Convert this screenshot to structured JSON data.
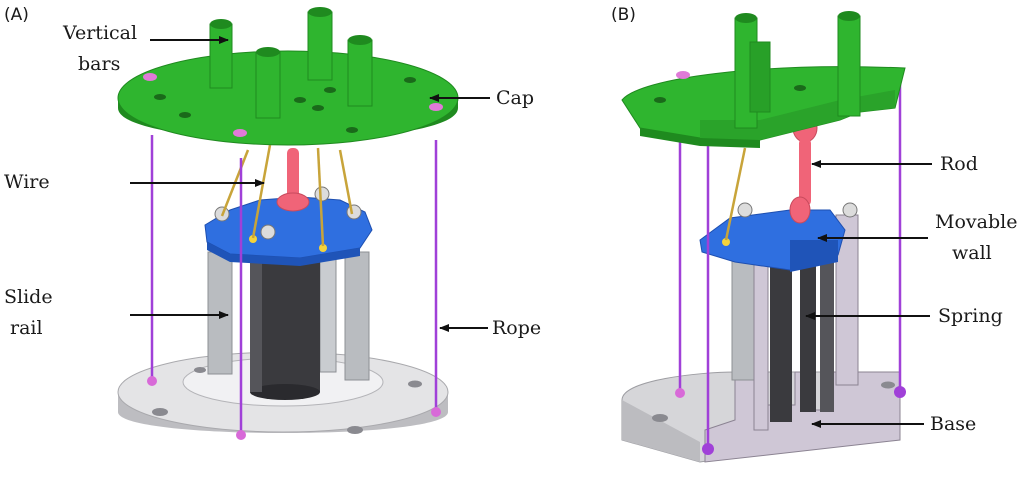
{
  "panels": {
    "a": {
      "tag": "(A)",
      "labels": {
        "vertical_bars_1": "Vertical",
        "vertical_bars_2": "bars",
        "cap": "Cap",
        "wire": "Wire",
        "slide_rail_1": "Slide",
        "slide_rail_2": "rail",
        "rope": "Rope"
      }
    },
    "b": {
      "tag": "(B)",
      "labels": {
        "rod": "Rod",
        "movable_wall_1": "Movable",
        "movable_wall_2": "wall",
        "spring": "Spring",
        "base": "Base"
      }
    }
  },
  "colors": {
    "cap": "#2fb52f",
    "cap_dark": "#1f8a1f",
    "movable_wall": "#2f6fe0",
    "rod": "#f06478",
    "rope": "#a040d8",
    "rail": "#b9bcc0",
    "spring": "#3a3a3e",
    "base": "#e4e4e6",
    "wire": "#c8a43a",
    "section": "#cfc7d6"
  }
}
